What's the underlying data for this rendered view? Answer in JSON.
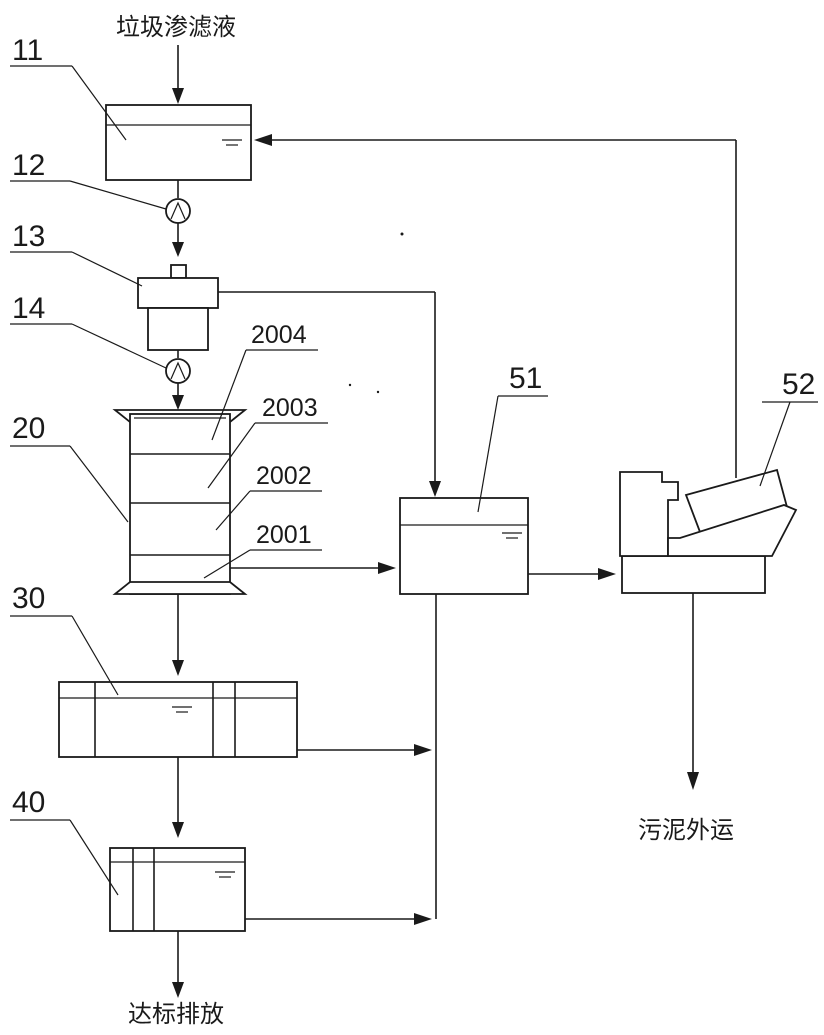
{
  "texts": {
    "inlet": "垃圾渗滤液",
    "discharge": "达标排放",
    "sludge": "污泥外运"
  },
  "labels": {
    "n11": "11",
    "n12": "12",
    "n13": "13",
    "n14": "14",
    "n20": "20",
    "n30": "30",
    "n40": "40",
    "n51": "51",
    "n52": "52",
    "n2001": "2001",
    "n2002": "2002",
    "n2003": "2003",
    "n2004": "2004"
  }
}
